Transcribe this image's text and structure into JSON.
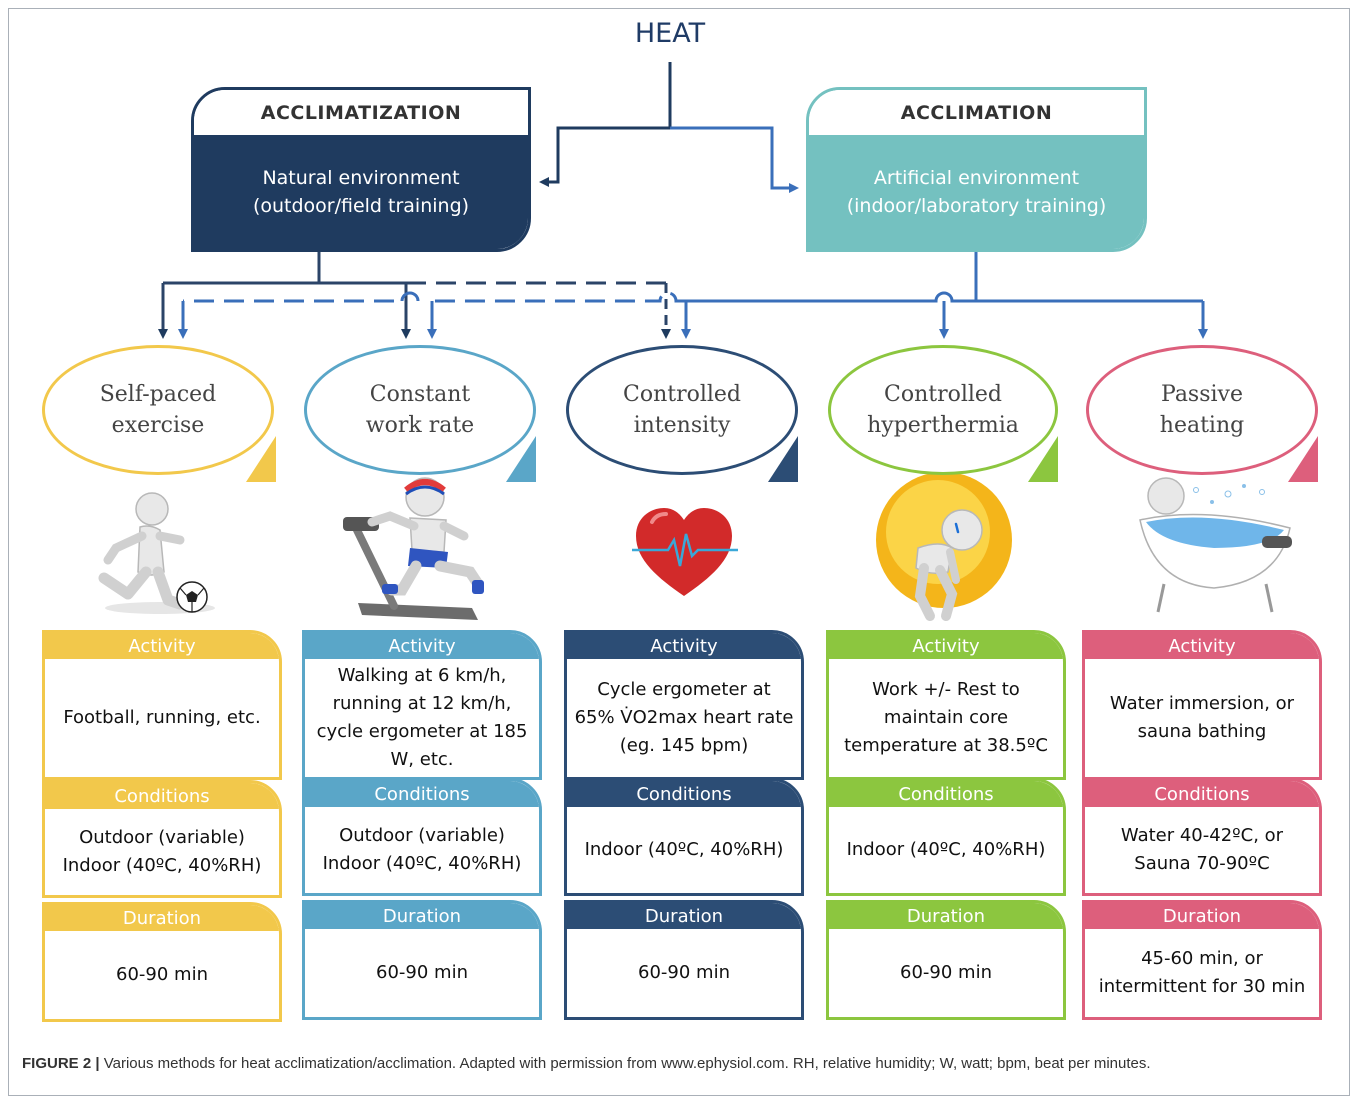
{
  "heat_label": "HEAT",
  "colors": {
    "navy": "#1f3b5f",
    "teal": "#74c1c0",
    "arrow_blue": "#3a6fba",
    "yellow": "#f2c84b",
    "light_blue": "#5aa6c8",
    "dark_blue": "#2c4d75",
    "green": "#8cc63f",
    "pink": "#dd5f7c"
  },
  "acclimatization": {
    "title": "ACCLIMATIZATION",
    "line1": "Natural environment",
    "line2": "(outdoor/field training)"
  },
  "acclimation": {
    "title": "ACCLIMATION",
    "line1": "Artificial environment",
    "line2": "(indoor/laboratory training)"
  },
  "methods": [
    {
      "name": [
        "Self-paced",
        "exercise"
      ],
      "icon": "soccer-player-icon",
      "activity_header": "Activity",
      "activity": [
        "Football, running, etc."
      ],
      "conditions_header": "Conditions",
      "conditions": [
        "Outdoor (variable)",
        "Indoor (40ºC, 40%RH)"
      ],
      "duration_header": "Duration",
      "duration": [
        "60-90 min"
      ]
    },
    {
      "name": [
        "Constant",
        "work rate"
      ],
      "icon": "treadmill-runner-icon",
      "activity_header": "Activity",
      "activity": [
        "Walking at 6 km/h,",
        "running at 12 km/h,",
        "cycle ergometer at 185",
        "W, etc."
      ],
      "conditions_header": "Conditions",
      "conditions": [
        "Outdoor (variable)",
        "Indoor (40ºC, 40%RH)"
      ],
      "duration_header": "Duration",
      "duration": [
        "60-90 min"
      ]
    },
    {
      "name": [
        "Controlled",
        "intensity"
      ],
      "icon": "heart-rate-icon",
      "activity_header": "Activity",
      "activity": [
        "Cycle ergometer at",
        "65% V̇O2max heart rate",
        "(eg. 145 bpm)"
      ],
      "conditions_header": "Conditions",
      "conditions": [
        "Indoor (40ºC, 40%RH)"
      ],
      "duration_header": "Duration",
      "duration": [
        "60-90 min"
      ]
    },
    {
      "name": [
        "Controlled",
        "hyperthermia"
      ],
      "icon": "sun-exhausted-figure-icon",
      "activity_header": "Activity",
      "activity": [
        "Work +/- Rest to",
        "maintain core",
        "temperature at 38.5ºC"
      ],
      "conditions_header": "Conditions",
      "conditions": [
        "Indoor (40ºC, 40%RH)"
      ],
      "duration_header": "Duration",
      "duration": [
        "60-90 min"
      ]
    },
    {
      "name": [
        "Passive",
        "heating"
      ],
      "icon": "bathtub-icon",
      "activity_header": "Activity",
      "activity": [
        "Water immersion, or",
        "sauna bathing"
      ],
      "conditions_header": "Conditions",
      "conditions": [
        "Water 40-42ºC, or",
        "Sauna 70-90ºC"
      ],
      "duration_header": "Duration",
      "duration": [
        "45-60 min, or",
        "intermittent for 30 min"
      ]
    }
  ],
  "caption": {
    "label": "FIGURE 2 |",
    "text": "Various methods for heat acclimatization/acclimation. Adapted with permission from www.ephysiol.com. RH, relative humidity; W, watt; bpm, beat per minutes."
  }
}
